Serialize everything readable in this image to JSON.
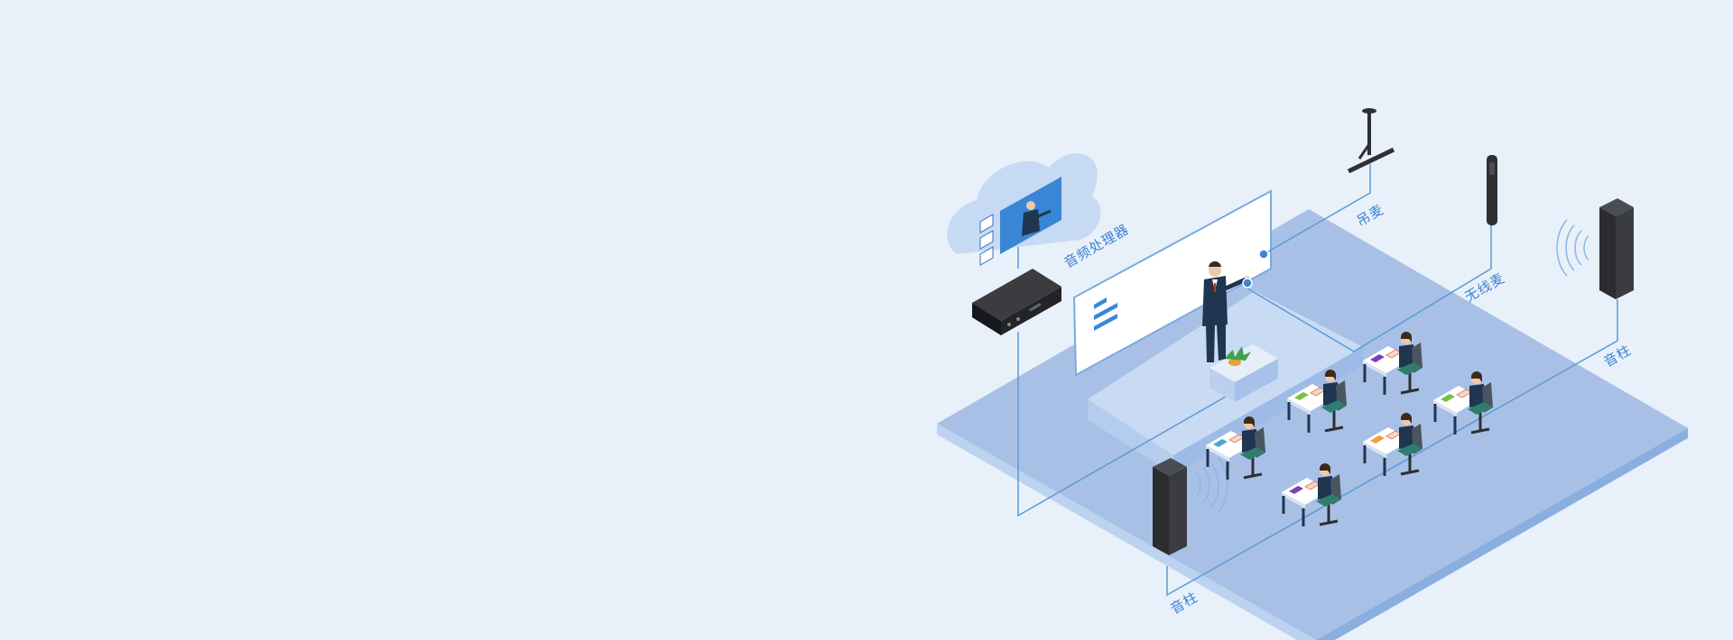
{
  "diagram": {
    "labels": {
      "audio_processor": "音频处理器",
      "ceiling_mic": "吊麦",
      "wireless_mic": "无线麦",
      "speaker_right": "音柱",
      "speaker_left": "音柱"
    },
    "colors": {
      "background": "#e8f0f9",
      "floor_top": "#a9c0e6",
      "floor_edge": "#8aaee0",
      "connector": "#5a9ad8",
      "label": "#3d82d6",
      "device_dark": "#2d2f33",
      "cloud": "#c7daf3",
      "screen_blue": "#3a86d6"
    }
  }
}
